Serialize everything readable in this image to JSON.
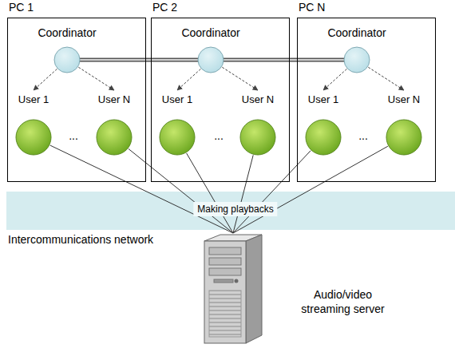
{
  "diagram": {
    "nodes": [
      {
        "text": [
          "PC 1"
        ]
      },
      {
        "text": [
          "Coordinator"
        ],
        "in": 0
      },
      {
        "text": [
          "User 1"
        ],
        "in": 0
      },
      {
        "text": [
          "User N"
        ],
        "in": 0
      },
      {
        "text": [
          "PC 2"
        ]
      },
      {
        "text": [
          "Coordinator"
        ],
        "in": 4
      },
      {
        "text": [
          "User 1"
        ],
        "in": 4
      },
      {
        "text": [
          "User N"
        ],
        "in": 4
      },
      {
        "text": [
          "PC N"
        ]
      },
      {
        "text": [
          "Coordinator"
        ],
        "in": 8
      },
      {
        "text": [
          "User 1"
        ],
        "in": 8
      },
      {
        "text": [
          "User N"
        ],
        "in": 8
      },
      {
        "text": [
          "Intercommunications network"
        ]
      },
      {
        "text": [
          "Audio/video streaming server"
        ]
      }
    ],
    "edges": [
      {
        "from": 1,
        "to": 5,
        "arrow": "none"
      },
      {
        "from": 5,
        "to": 9,
        "arrow": "none"
      },
      {
        "from": 1,
        "to": 2,
        "arrow": "to"
      },
      {
        "from": 1,
        "to": 3,
        "arrow": "to"
      },
      {
        "from": 5,
        "to": 6,
        "arrow": "to"
      },
      {
        "from": 5,
        "to": 7,
        "arrow": "to"
      },
      {
        "from": 9,
        "to": 10,
        "arrow": "to"
      },
      {
        "from": 9,
        "to": 11,
        "arrow": "to"
      },
      {
        "from": 2,
        "to": 13,
        "arrow": "none"
      },
      {
        "from": 3,
        "to": 13,
        "arrow": "none"
      },
      {
        "from": 6,
        "to": 13,
        "arrow": "none"
      },
      {
        "from": 7,
        "to": 13,
        "arrow": "none"
      },
      {
        "from": 10,
        "to": 13,
        "arrow": "none"
      },
      {
        "from": 11,
        "to": 13,
        "arrow": "none"
      }
    ],
    "labels": [
      "...",
      "...",
      "...",
      "Making playbacks"
    ]
  }
}
